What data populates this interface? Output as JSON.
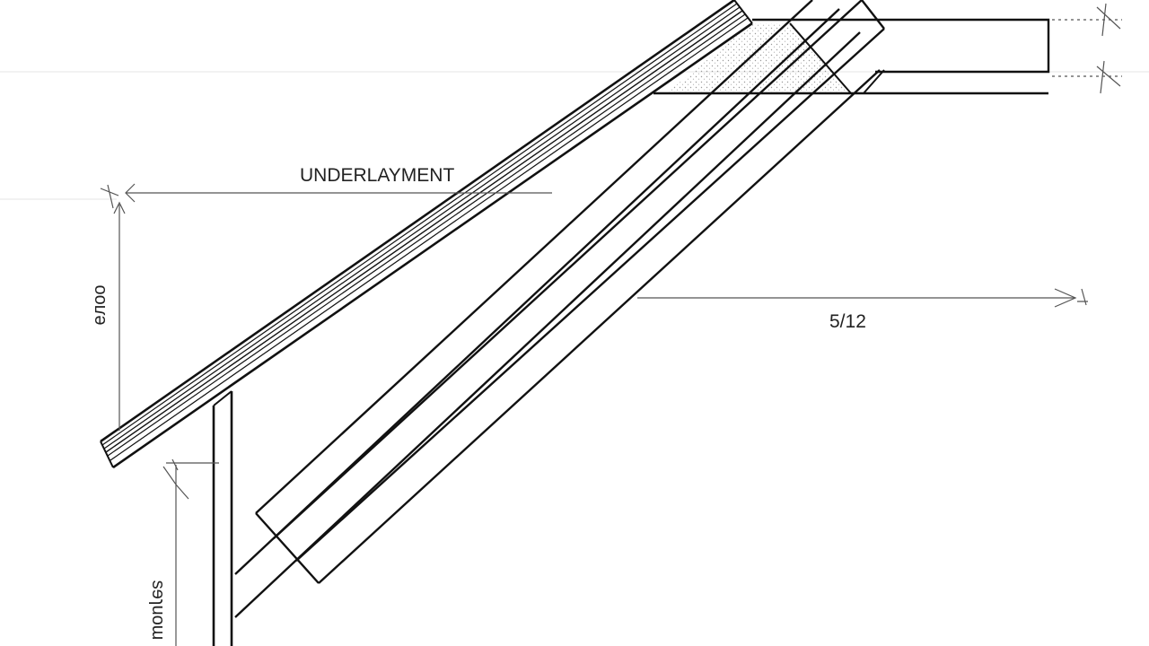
{
  "labels": {
    "underlayment": "UNDERLAYMENT",
    "pitch": "5/12",
    "left_dimension": "eлoo",
    "lower_dimension": "sɘɿuoɯ"
  },
  "colors": {
    "line": "#111111",
    "dimension_line": "#555555",
    "background": "#ffffff",
    "insulation_stipple": "#9a9a9a"
  }
}
